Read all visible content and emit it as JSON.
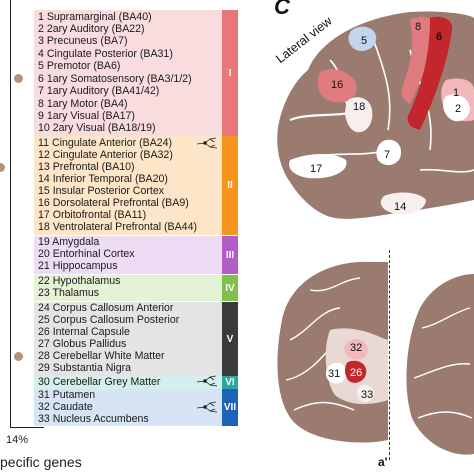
{
  "panel_label": "C",
  "lateral_view_label": "Lateral view",
  "axis_tick_label": "14%",
  "axis_label_fragment": "pecific genes",
  "section_label": "a'",
  "colors": {
    "group_I": "#e8777a",
    "group_II": "#f7941d",
    "group_III": "#b35ec8",
    "group_IV": "#7fc14a",
    "group_V": "#3b3b3b",
    "group_VI": "#2ba7a0",
    "group_VII": "#1d63b8",
    "brain_base": "#9b7b70",
    "highlight_dark": "#c1272d",
    "highlight_mid": "#e07c80",
    "highlight_light": "#f2b8bb"
  },
  "regions": [
    "1 Supramarginal (BA40)",
    "2 2ary Auditory (BA22)",
    "3 Precuneus (BA7)",
    "4 Cingulate Posterior (BA31)",
    "5 Premotor (BA6)",
    "6 1ary Somatosensory (BA3/1/2)",
    "7 1ary Auditory (BA41/42)",
    "8 1ary Motor (BA4)",
    "9 1ary Visual (BA17)",
    "10 2ary Visual (BA18/19)",
    "11 Cingulate Anterior (BA24)",
    "12 Cingulate Anterior (BA32)",
    "13 Prefrontal (BA10)",
    "14 Inferior Temporal (BA20)",
    "15 Insular Posterior Cortex",
    "16 Dorsolateral Prefrontal (BA9)",
    "17 Orbitofrontal (BA11)",
    "18 Ventrolateral Prefrontal (BA44)",
    "19 Amygdala",
    "20 Entorhinal Cortex",
    "21 Hippocampus",
    "22 Hypothalamus",
    "23 Thalamus",
    "24 Corpus Callosum Anterior",
    "25 Corpus Callosum Posterior",
    "26 Internal Capsule",
    "27 Globus Pallidus",
    "28 Cerebellar White Matter",
    "29 Substantia Nigra",
    "30 Cerebellar Grey Matter",
    "31 Putamen",
    "32 Caudate",
    "33 Nucleus Accumbens"
  ],
  "groups": [
    "I",
    "II",
    "III",
    "IV",
    "V",
    "VI",
    "VII"
  ],
  "lateral_labels": [
    "5",
    "8",
    "6",
    "16",
    "18",
    "1",
    "2",
    "7",
    "17",
    "14"
  ],
  "coronal_labels": [
    "32",
    "31",
    "26",
    "33"
  ]
}
